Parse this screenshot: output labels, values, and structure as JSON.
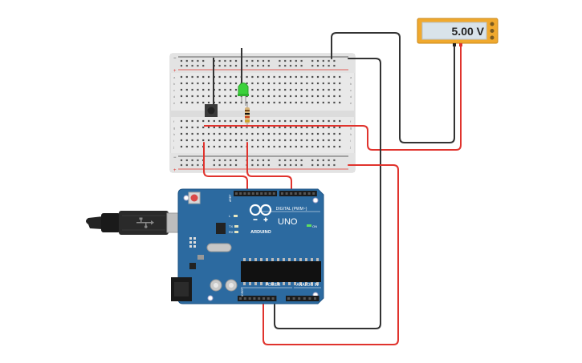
{
  "multimeter": {
    "reading": "5.00 V",
    "colors": {
      "body": "#f0a92e",
      "screen": "#d9e3ea"
    }
  },
  "arduino": {
    "brand": "ARDUINO",
    "model": "UNO",
    "digital_label": "DIGITAL (PWM~)",
    "power_label": "POWER",
    "analog_label": "ANALOG IN",
    "on_label": "ON",
    "led_l_label": "L",
    "tx_label": "TX",
    "rx_label": "RX",
    "ioref_label": "IOREF",
    "aref_label": "AREF",
    "colors": {
      "board": "#2c6aa0",
      "board_edge": "#1f5585"
    }
  },
  "breadboard": {
    "row_letters_top": [
      "a",
      "b",
      "c",
      "d",
      "e"
    ],
    "row_letters_bottom": [
      "f",
      "g",
      "h",
      "i",
      "j"
    ],
    "plus_label": "+",
    "minus_label": "−"
  },
  "wire_colors": {
    "red": "#e0332d",
    "black": "#333333"
  },
  "components": {
    "led_color": "#3bd13b",
    "resistor_color": "#d7b47a",
    "button_color": "#444444"
  }
}
